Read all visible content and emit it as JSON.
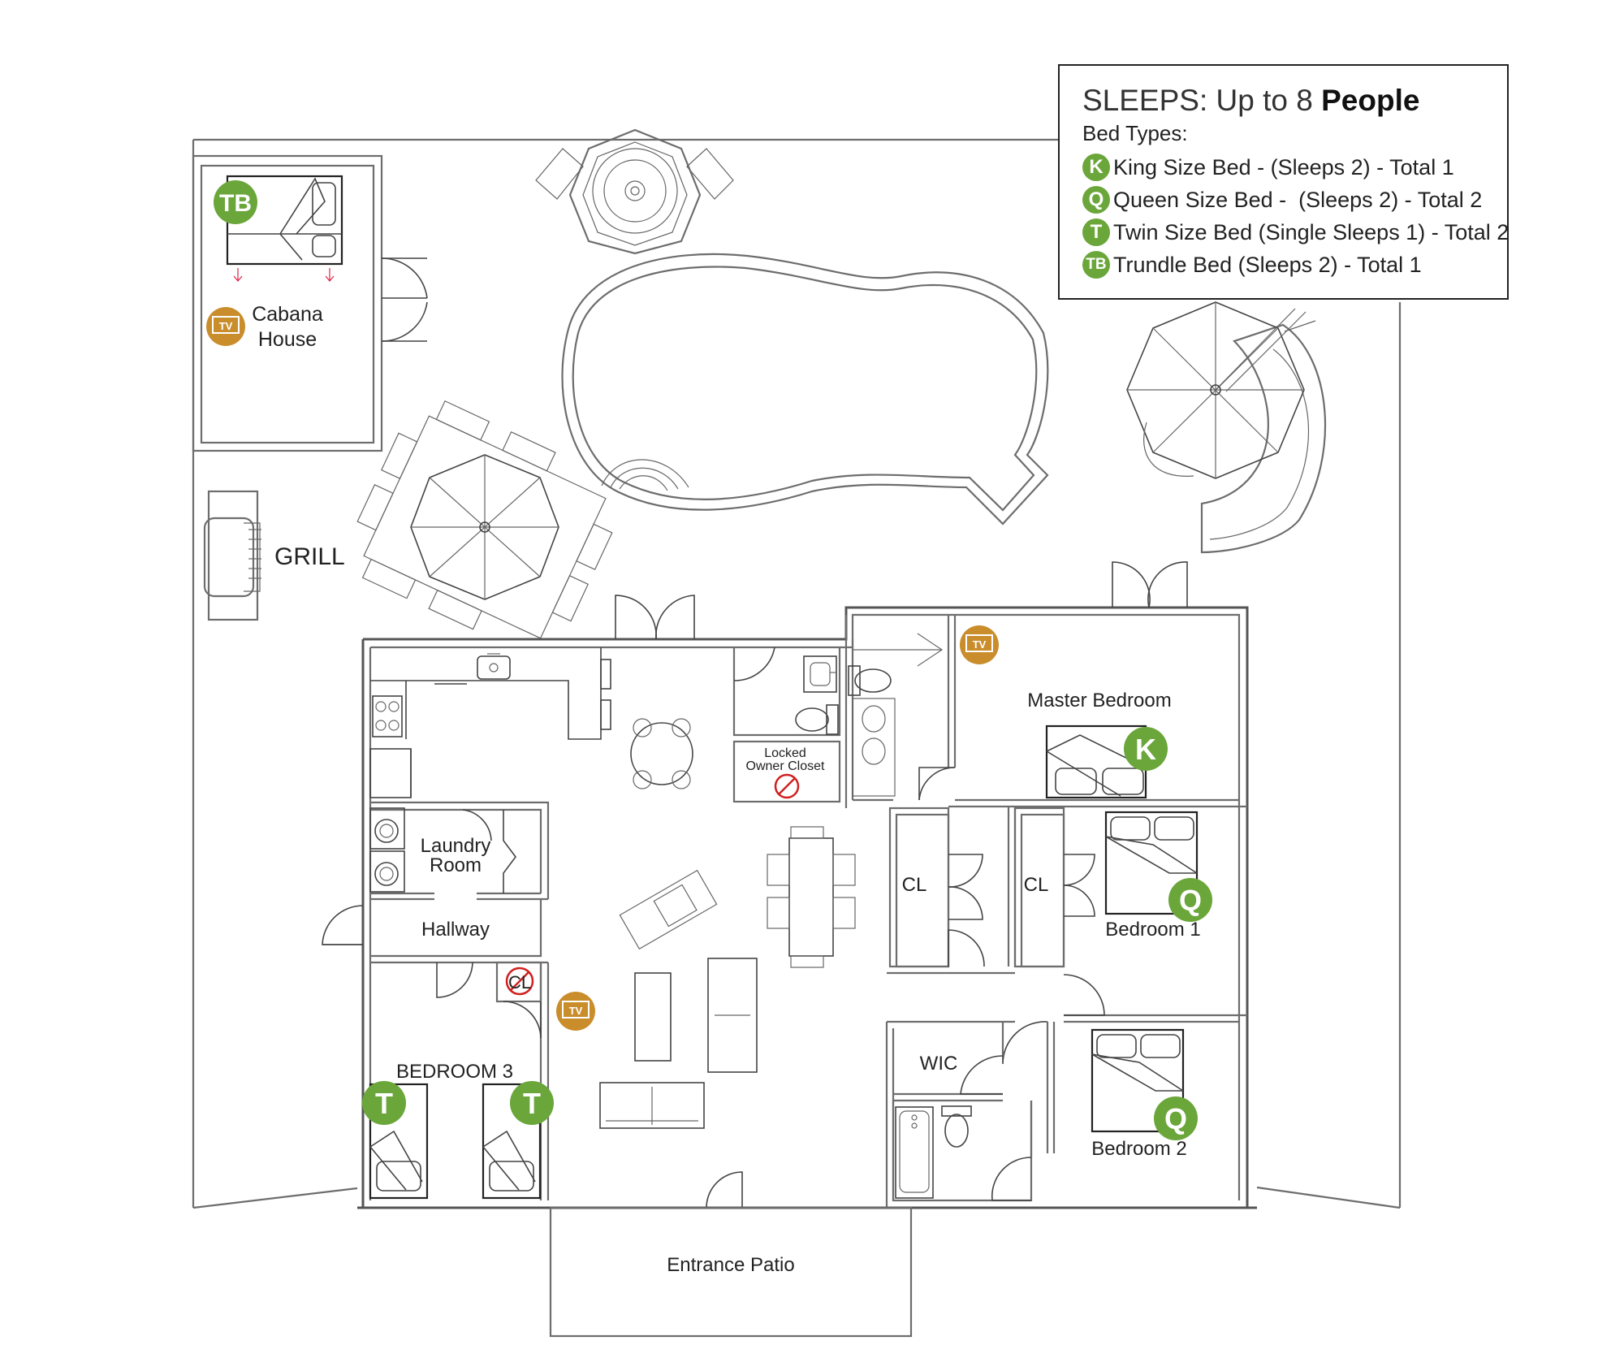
{
  "legend": {
    "sleeps_prefix": "SLEEPS: Up to 8 ",
    "sleeps_bold": "People",
    "bed_types_title": "Bed Types:",
    "items": [
      {
        "code": "K",
        "text": "King Size Bed - (Sleeps 2) - Total 1"
      },
      {
        "code": "Q",
        "text": "Queen Size Bed -  (Sleeps 2) - Total 2"
      },
      {
        "code": "T",
        "text": "Twin Size Bed (Single Sleeps 1) - Total 2"
      },
      {
        "code": "TB",
        "text": "Trundle Bed (Sleeps 2) - Total 1"
      }
    ]
  },
  "labels": {
    "cabana_line1": "Cabana",
    "cabana_line2": "House",
    "grill": "GRILL",
    "master": "Master Bedroom",
    "locked_line1": "Locked",
    "locked_line2": "Owner Closet",
    "laundry_line1": "Laundry",
    "laundry_line2": "Room",
    "hallway": "Hallway",
    "cl": "CL",
    "bedroom1": "Bedroom 1",
    "bedroom2": "Bedroom 2",
    "bedroom3": "BEDROOM 3",
    "wic": "WIC",
    "entrance": "Entrance Patio",
    "tv": "TV"
  },
  "badges": {
    "king": "K",
    "queen": "Q",
    "twin": "T",
    "trundle": "TB"
  },
  "colors": {
    "bed_badge": "#6aa63a",
    "tv_badge": "#c98d2c"
  }
}
